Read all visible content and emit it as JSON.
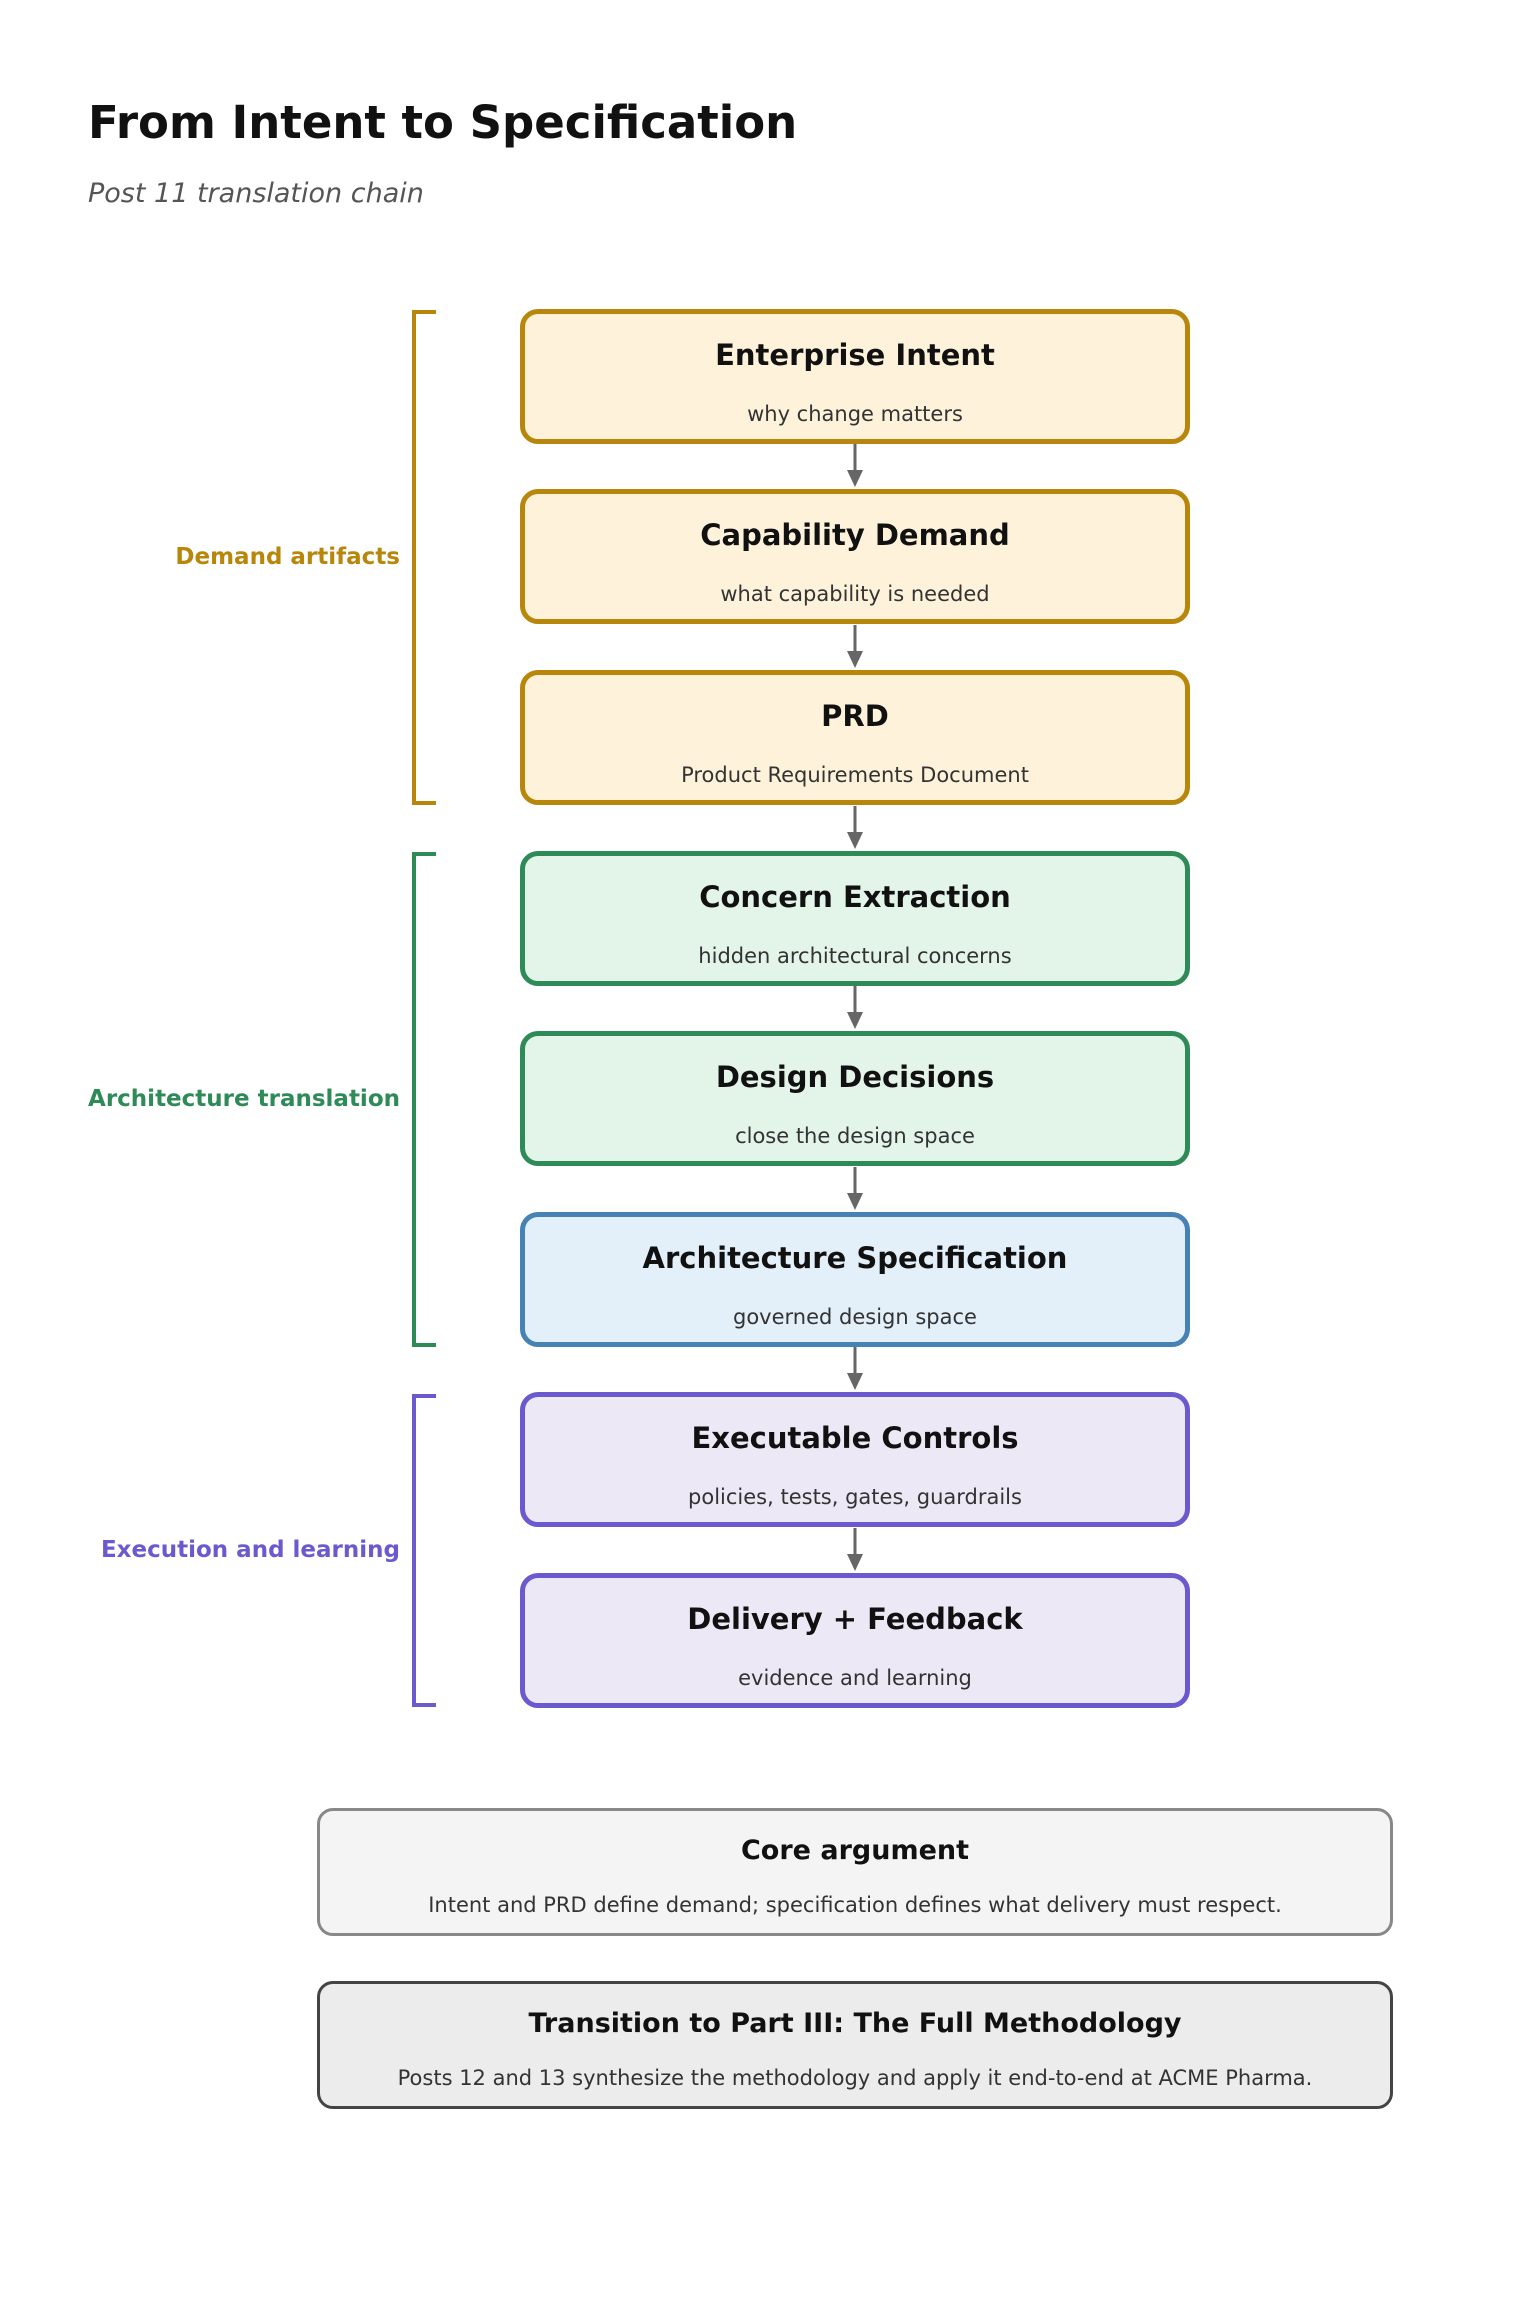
{
  "diagram": {
    "title": "From Intent to Specification",
    "subtitle": "Post 11 translation chain",
    "stages": [
      {
        "name": "Enterprise Intent",
        "desc": "why change matters",
        "fill": "#fef3da",
        "stroke": "#b8860b"
      },
      {
        "name": "Capability Demand",
        "desc": "what capability is needed",
        "fill": "#fef3da",
        "stroke": "#b8860b"
      },
      {
        "name": "PRD",
        "desc": "Product Requirements Document",
        "fill": "#fef3da",
        "stroke": "#b8860b"
      },
      {
        "name": "Concern Extraction",
        "desc": "hidden architectural concerns",
        "fill": "#e3f4e9",
        "stroke": "#2e8b57"
      },
      {
        "name": "Design Decisions",
        "desc": "close the design space",
        "fill": "#e3f4e9",
        "stroke": "#2e8b57"
      },
      {
        "name": "Architecture Specification",
        "desc": "governed design space",
        "fill": "#e3eff9",
        "stroke": "#4682b4"
      },
      {
        "name": "Executable Controls",
        "desc": "policies, tests, gates, guardrails",
        "fill": "#ede8f6",
        "stroke": "#6a5acd"
      },
      {
        "name": "Delivery + Feedback",
        "desc": "evidence and learning",
        "fill": "#ede8f6",
        "stroke": "#6a5acd"
      }
    ],
    "groups": [
      {
        "label": "Demand artifacts",
        "color": "#b8860b"
      },
      {
        "label": "Architecture translation",
        "color": "#2e8b57"
      },
      {
        "label": "Execution and learning",
        "color": "#6a5acd"
      }
    ],
    "notes": [
      {
        "title": "Core argument",
        "text": "Intent and PRD define demand; specification defines what delivery must respect.",
        "fill": "#f4f4f4",
        "stroke": "#888888"
      },
      {
        "title": "Transition to Part III: The Full Methodology",
        "text": "Posts 12 and 13 synthesize the methodology and apply it end-to-end at ACME Pharma.",
        "fill": "#ececec",
        "stroke": "#444444"
      }
    ],
    "arrow_color": "#666666"
  }
}
